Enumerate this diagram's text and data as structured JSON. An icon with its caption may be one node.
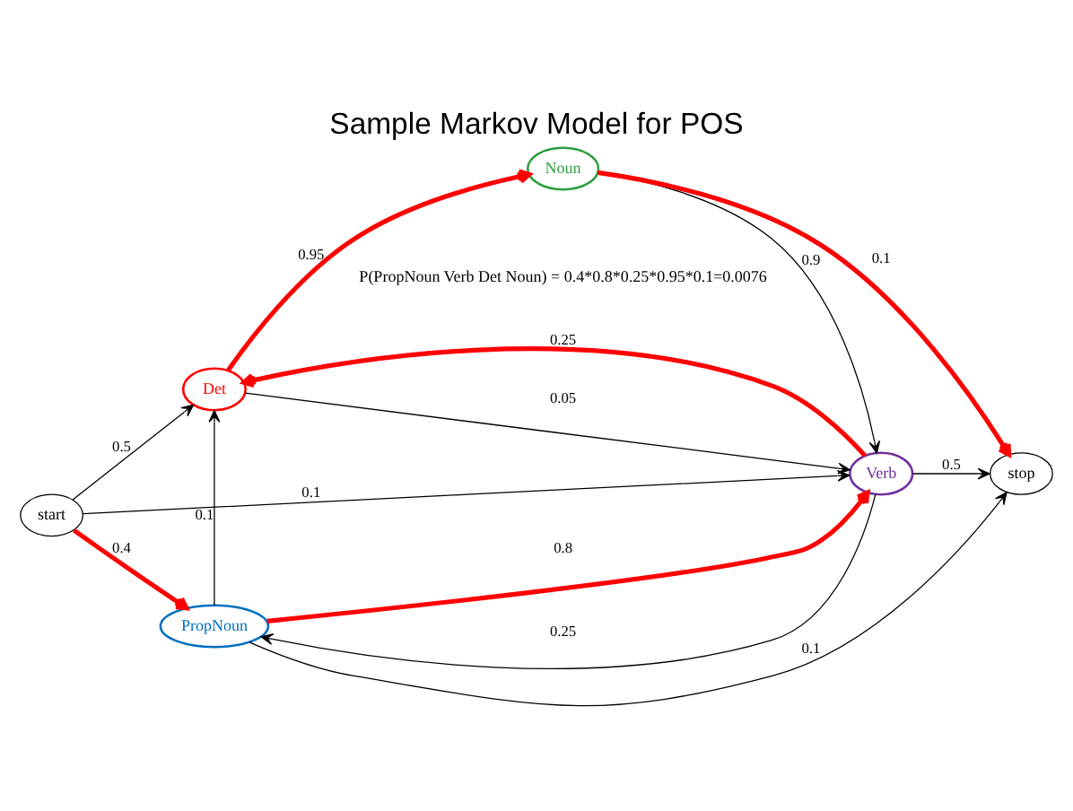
{
  "diagram": {
    "title": "Sample Markov Model for POS",
    "nodes": [
      {
        "text": [
          "Det"
        ]
      },
      {
        "text": [
          "Noun"
        ]
      },
      {
        "text": [
          "PropNoun"
        ]
      },
      {
        "text": [
          "Verb"
        ]
      },
      {
        "text": [
          "stop"
        ]
      },
      {
        "text": [
          "start"
        ]
      }
    ],
    "edges": [
      {
        "from": 5,
        "to": 0,
        "arrow": "to",
        "label": "0.5"
      },
      {
        "from": 5,
        "to": 2,
        "arrow": "to",
        "label": "0.4",
        "style": "thick",
        "color": "#ff0000"
      },
      {
        "from": 5,
        "to": 3,
        "arrow": "to",
        "label": "0.1"
      },
      {
        "from": 0,
        "to": 1,
        "arrow": "to",
        "label": "0.95",
        "style": "thick",
        "color": "#ff0000"
      },
      {
        "from": 0,
        "to": 3,
        "arrow": "to",
        "label": "0.05"
      },
      {
        "from": 1,
        "to": 3,
        "arrow": "to",
        "label": "0.9"
      },
      {
        "from": 1,
        "to": 4,
        "arrow": "to",
        "label": "0.1",
        "style": "thick",
        "color": "#ff0000"
      },
      {
        "from": 3,
        "to": 4,
        "arrow": "to",
        "label": "0.5"
      },
      {
        "from": 3,
        "to": 2,
        "arrow": "to",
        "label": "0.25"
      },
      {
        "from": 3,
        "to": 0,
        "arrow": "to",
        "label": "0.25",
        "style": "thick",
        "color": "#ff0000"
      },
      {
        "from": 2,
        "to": 0,
        "arrow": "to",
        "label": "0.1"
      },
      {
        "from": 2,
        "to": 3,
        "arrow": "to",
        "label": "0.8",
        "style": "thick",
        "color": "#ff0000"
      },
      {
        "from": 2,
        "to": 4,
        "arrow": "to",
        "label": "0.1"
      }
    ],
    "labels": [
      "P(PropNoun Verb Det Noun) = 0.4*0.8*0.25*0.95*0.1=0.0076"
    ]
  }
}
